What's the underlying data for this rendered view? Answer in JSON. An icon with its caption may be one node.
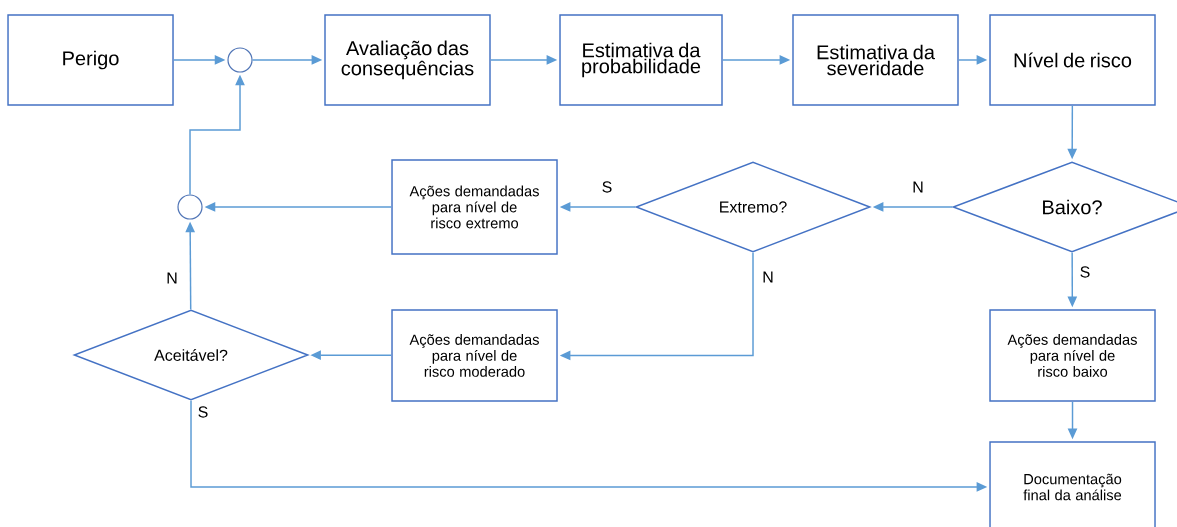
{
  "diagram": {
    "nodes": [
      {
        "text": [
          "Perigo"
        ]
      },
      {
        "text": [],
        "shape": "circle"
      },
      {
        "text": [
          "Avaliação das consequências"
        ]
      },
      {
        "text": [
          "Estimativa da probabilidade"
        ]
      },
      {
        "text": [
          "Estimativa da severidade"
        ]
      },
      {
        "text": [
          "Nível de risco"
        ]
      },
      {
        "text": [
          "Baixo?"
        ]
      },
      {
        "text": [
          "Extremo?"
        ]
      },
      {
        "text": [
          "Ações demandadas para nível de risco extremo"
        ]
      },
      {
        "text": [],
        "shape": "circle"
      },
      {
        "text": [
          "Aceitável?"
        ]
      },
      {
        "text": [
          "Ações demandadas para nível de risco moderado"
        ]
      },
      {
        "text": [
          "Ações demandadas para nível de risco baixo"
        ]
      },
      {
        "text": [
          "Documentação final da análise"
        ]
      }
    ],
    "edges": [
      {
        "from": 0,
        "to": 1,
        "arrow": "to"
      },
      {
        "from": 1,
        "to": 2,
        "arrow": "to"
      },
      {
        "from": 2,
        "to": 3,
        "arrow": "to"
      },
      {
        "from": 3,
        "to": 4,
        "arrow": "to"
      },
      {
        "from": 4,
        "to": 5,
        "arrow": "to"
      },
      {
        "from": 5,
        "to": 6,
        "arrow": "to"
      },
      {
        "from": 6,
        "to": 7,
        "arrow": "to",
        "label": "N"
      },
      {
        "from": 7,
        "to": 8,
        "arrow": "to",
        "label": "S"
      },
      {
        "from": 8,
        "to": 9,
        "arrow": "to"
      },
      {
        "from": 7,
        "to": 11,
        "arrow": "to",
        "label": "N"
      },
      {
        "from": 11,
        "to": 10,
        "arrow": "to"
      },
      {
        "from": 10,
        "to": 9,
        "arrow": "to",
        "label": "N"
      },
      {
        "from": 9,
        "to": 1,
        "arrow": "to"
      },
      {
        "from": 6,
        "to": 12,
        "arrow": "to",
        "label": "S"
      },
      {
        "from": 12,
        "to": 13,
        "arrow": "to"
      },
      {
        "from": 10,
        "to": 13,
        "arrow": "to",
        "label": "S"
      }
    ]
  }
}
